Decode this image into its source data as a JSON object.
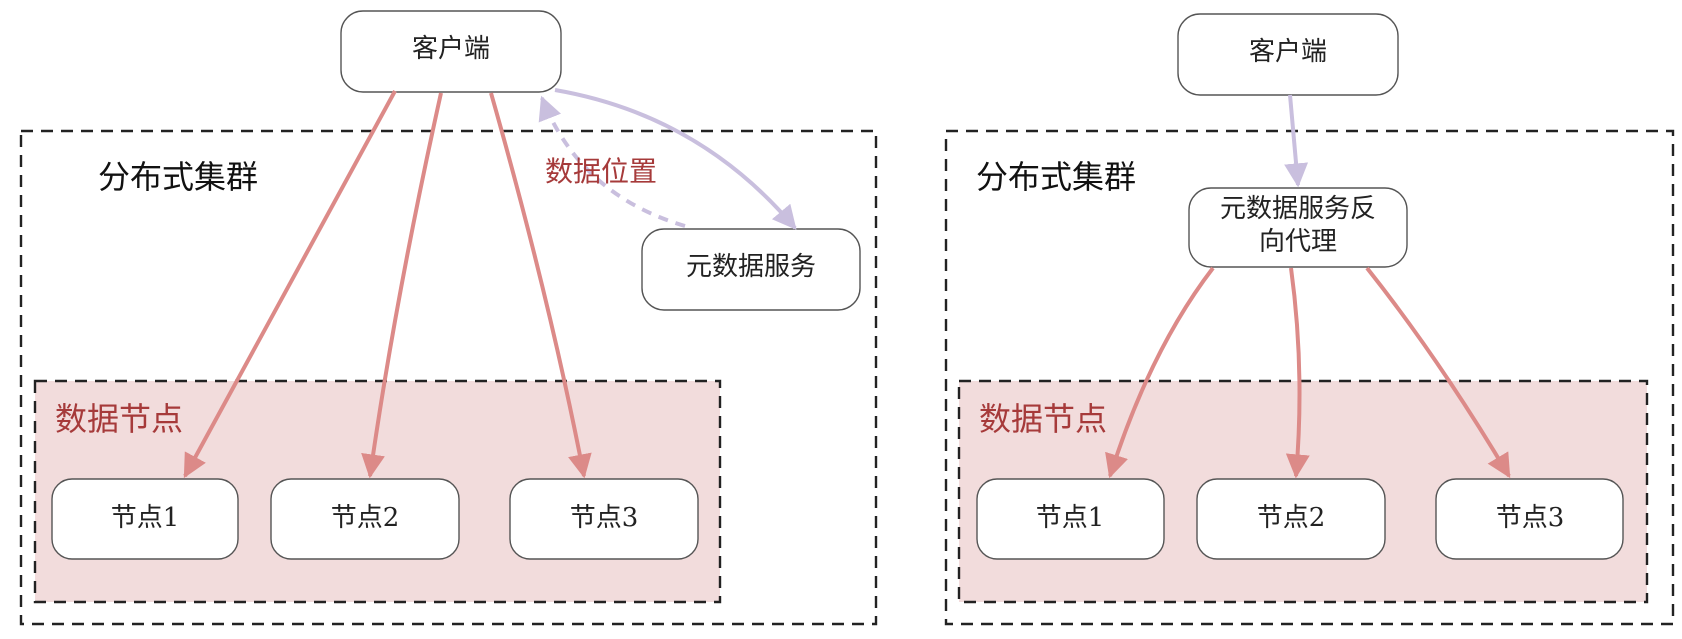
{
  "colors": {
    "data_edge": "#dc8a88",
    "metadata_edge": "#c9bfde",
    "datanode_fill": "#f2dcdc",
    "datanode_title": "#a63a3a"
  },
  "left": {
    "client": "客户端",
    "cluster_title": "分布式集群",
    "metadata_service": "元数据服务",
    "edge_label": "数据位置",
    "datanode_title": "数据节点",
    "nodes": [
      "节点1",
      "节点2",
      "节点3"
    ]
  },
  "right": {
    "client": "客户端",
    "cluster_title": "分布式集群",
    "proxy_line1": "元数据服务反",
    "proxy_line2": "向代理",
    "datanode_title": "数据节点",
    "nodes": [
      "节点1",
      "节点2",
      "节点3"
    ]
  }
}
